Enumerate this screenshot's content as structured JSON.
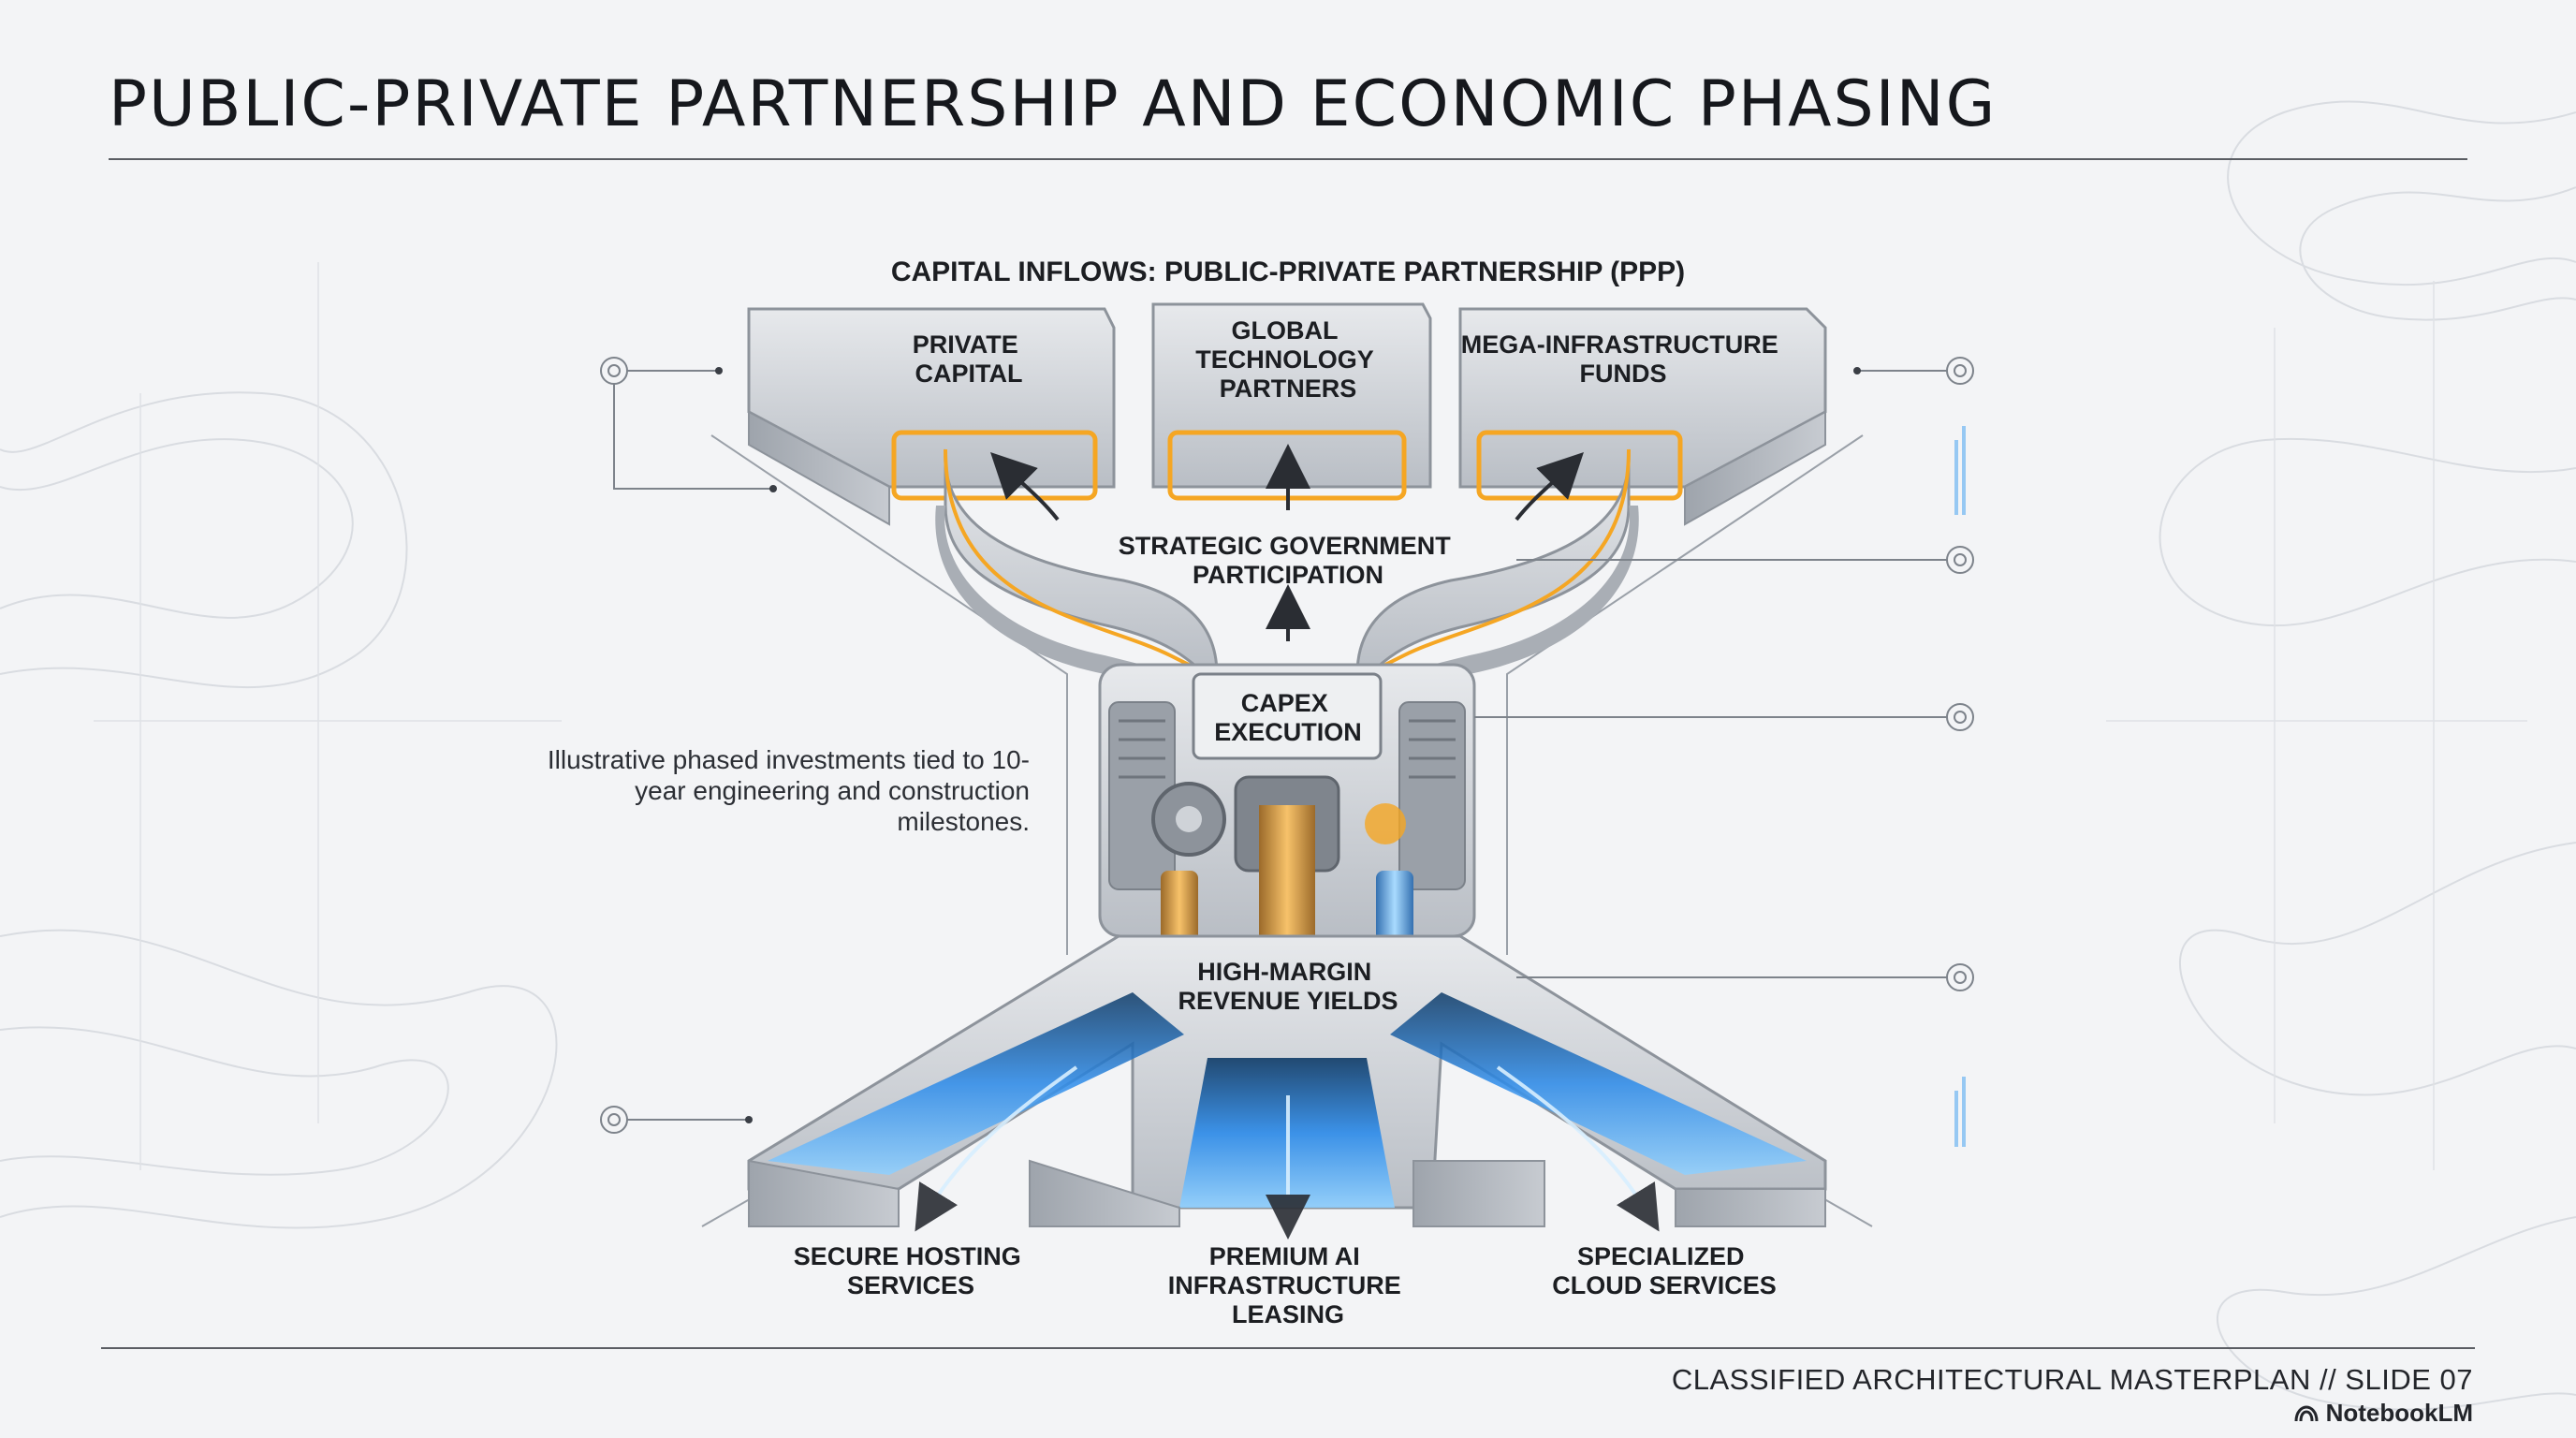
{
  "slide": {
    "title": "PUBLIC-PRIVATE PARTNERSHIP AND ECONOMIC PHASING",
    "footer_text": "CLASSIFIED ARCHITECTURAL MASTERPLAN  //  SLIDE 07",
    "brand": "NotebookLM"
  },
  "diagram": {
    "section_label": "CAPITAL INFLOWS: PUBLIC-PRIVATE PARTNERSHIP (PPP)",
    "inflows": [
      {
        "lines": [
          "PRIVATE",
          "CAPITAL"
        ]
      },
      {
        "lines": [
          "GLOBAL",
          "TECHNOLOGY",
          "PARTNERS"
        ]
      },
      {
        "lines": [
          "MEGA-INFRASTRUCTURE",
          "FUNDS"
        ]
      }
    ],
    "government": {
      "lines": [
        "STRATEGIC GOVERNMENT",
        "PARTICIPATION"
      ]
    },
    "capex": {
      "lines": [
        "CAPEX",
        "EXECUTION"
      ]
    },
    "revenue": {
      "lines": [
        "HIGH-MARGIN",
        "REVENUE YIELDS"
      ]
    },
    "outputs": [
      {
        "lines": [
          "SECURE HOSTING",
          "SERVICES"
        ]
      },
      {
        "lines": [
          "PREMIUM AI",
          "INFRASTRUCTURE",
          "LEASING"
        ]
      },
      {
        "lines": [
          "SPECIALIZED",
          "CLOUD SERVICES"
        ]
      }
    ],
    "note": "Illustrative phased investments tied to 10-year engineering and construction milestones."
  },
  "style": {
    "accent_orange": "#f5a623",
    "accent_blue": "#3aa0ff",
    "concrete": "#cfd3d8",
    "text": "#1c1e22"
  }
}
